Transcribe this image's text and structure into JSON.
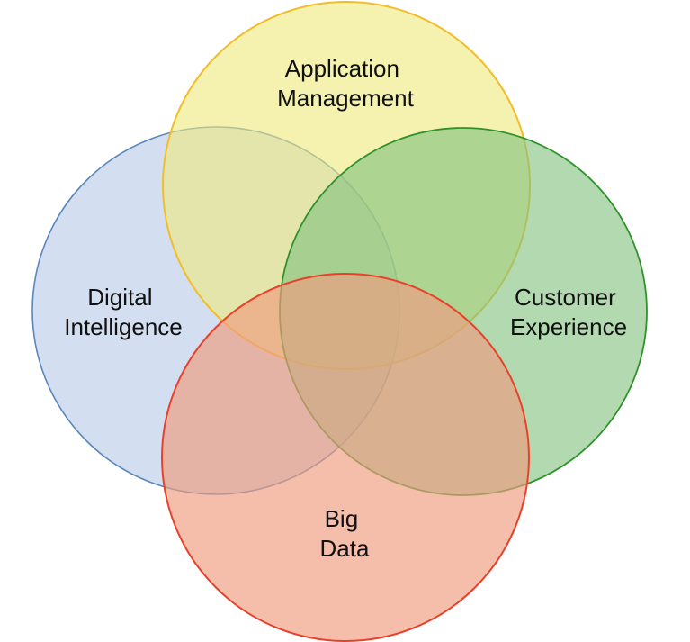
{
  "diagram": {
    "type": "venn",
    "sets": [
      {
        "id": "digital-intelligence",
        "label_lines": [
          "Digital",
          "Intelligence"
        ],
        "fill": "#b8cce6",
        "stroke": "#5b87bd"
      },
      {
        "id": "application-management",
        "label_lines": [
          "Application",
          "Management"
        ],
        "fill": "#eeea7c",
        "stroke": "#f2bd2a"
      },
      {
        "id": "customer-experience",
        "label_lines": [
          "Customer",
          "Experience"
        ],
        "fill": "#82c180",
        "stroke": "#2f922b"
      },
      {
        "id": "big-data",
        "label_lines": [
          "Big",
          "Data"
        ],
        "fill": "#ef9d7f",
        "stroke": "#e8412a"
      }
    ]
  }
}
